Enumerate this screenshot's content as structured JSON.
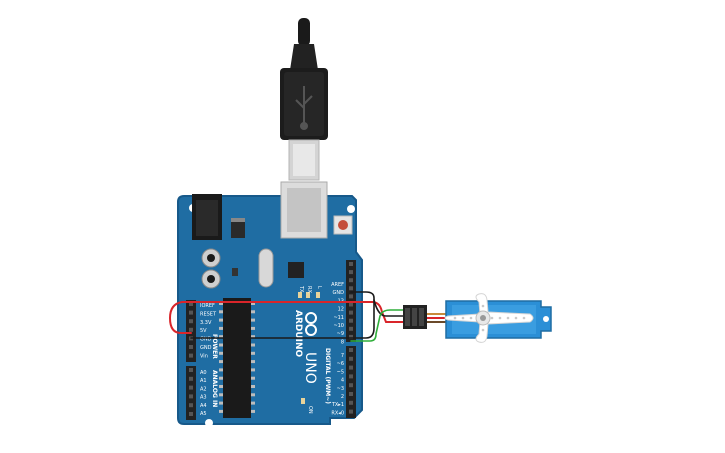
{
  "board": {
    "brand": "ARDUINO",
    "model": "UNO",
    "on_label": "ON",
    "tx_label": "TX",
    "rx_label": "RX",
    "l_label": "L",
    "power_header_label": "POWER",
    "analog_header_label": "ANALOG IN",
    "digital_header_label": "DIGITAL (PWM~)",
    "power_pins": [
      "IOREF",
      "RESET",
      "3.3V",
      "5V",
      "GND",
      "GND",
      "Vin"
    ],
    "analog_pins": [
      "A0",
      "A1",
      "A2",
      "A3",
      "A4",
      "A5"
    ],
    "digital_upper_pins": [
      "AREF",
      "GND",
      "13",
      "12",
      "~11",
      "~10",
      "~9",
      "8"
    ],
    "digital_lower_pins": [
      "7",
      "~6",
      "~5",
      "4",
      "~3",
      "2",
      "TX▸1",
      "RX◂0"
    ]
  },
  "colors": {
    "board": "#1f6da3",
    "board_dark": "#17598a",
    "wire_power": "#d9252a",
    "wire_ground": "#1a1a1a",
    "wire_signal": "#2fae3a",
    "servo_body": "#2b8fd6"
  },
  "components": {
    "usb_cable": "usb-b-cable",
    "servo": "micro-servo"
  }
}
